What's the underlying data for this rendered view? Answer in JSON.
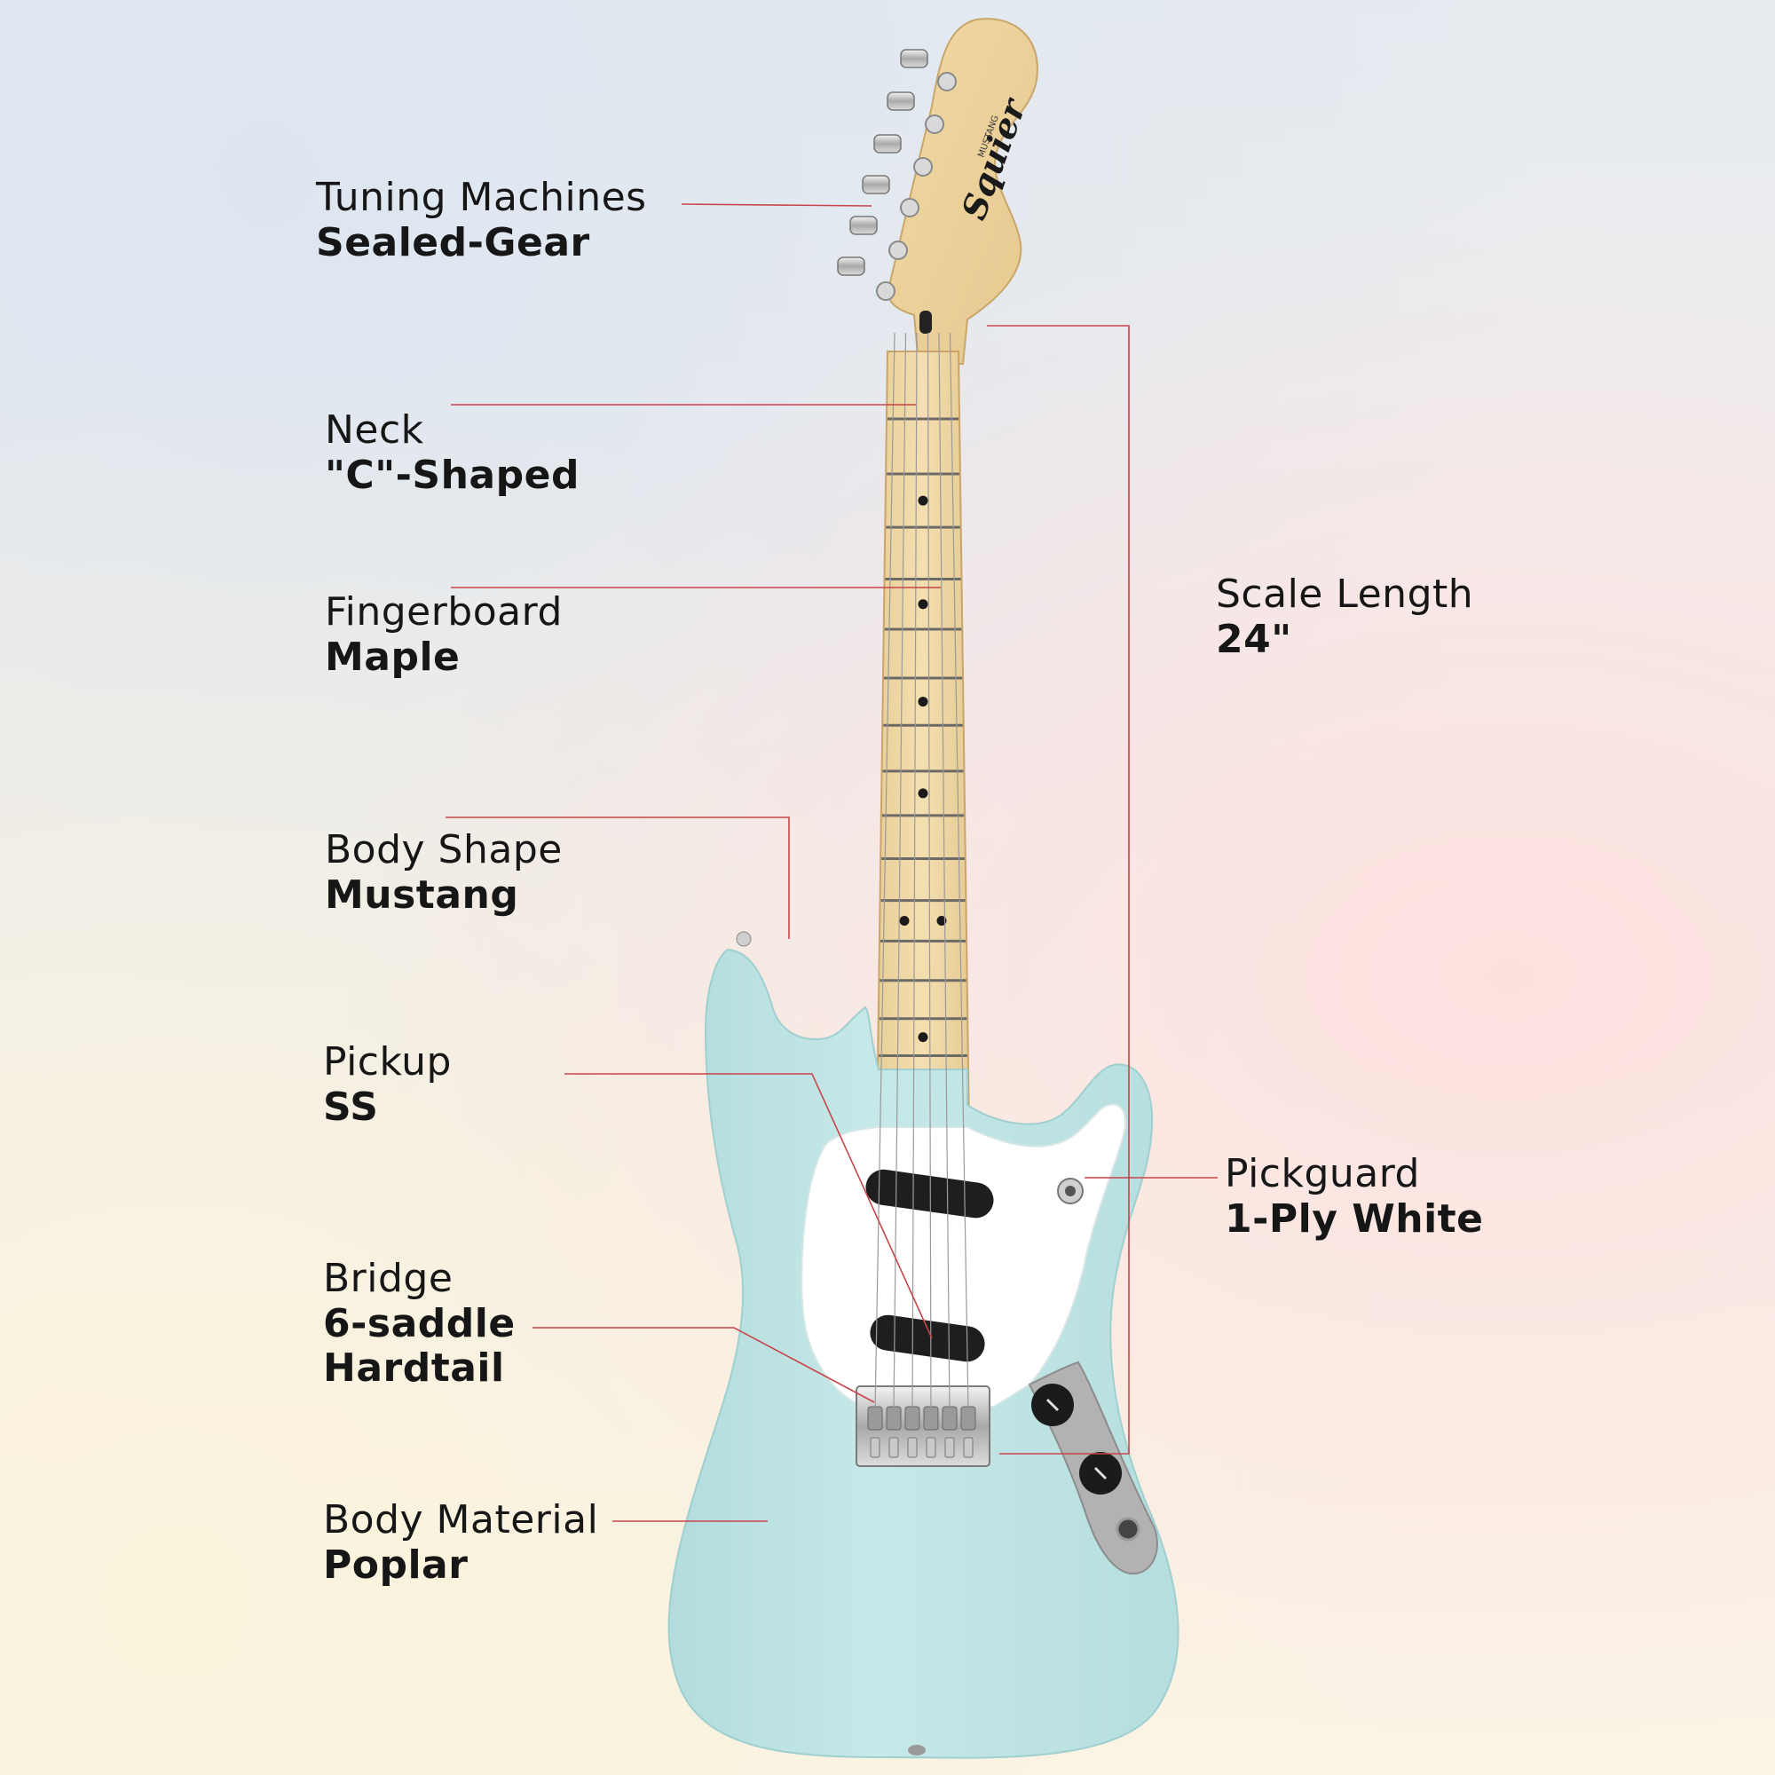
{
  "brand": {
    "headstock_logo": "Squier",
    "headstock_model": "MUSTANG"
  },
  "colors": {
    "body": "#c3e6e6",
    "pickguard": "#ffffff",
    "maple": "#f0d9a8",
    "leader_line": "#c8454b",
    "label_text": "#161616"
  },
  "specs": {
    "tuning_machines": {
      "name": "Tuning Machines",
      "value": "Sealed-Gear"
    },
    "neck": {
      "name": "Neck",
      "value": "\"C\"-Shaped"
    },
    "fingerboard": {
      "name": "Fingerboard",
      "value": "Maple"
    },
    "body_shape": {
      "name": "Body Shape",
      "value": "Mustang"
    },
    "pickup": {
      "name": "Pickup",
      "value": "SS"
    },
    "bridge": {
      "name": "Bridge",
      "value_line1": "6-saddle",
      "value_line2": "Hardtail"
    },
    "body_material": {
      "name": "Body Material",
      "value": "Poplar"
    },
    "scale_length": {
      "name": "Scale Length",
      "value": "24\""
    },
    "pickguard": {
      "name": "Pickguard",
      "value": "1-Ply White"
    }
  }
}
